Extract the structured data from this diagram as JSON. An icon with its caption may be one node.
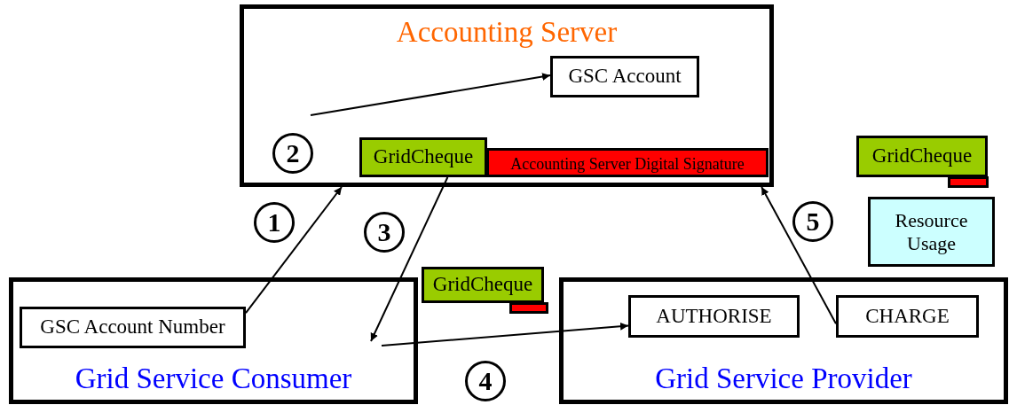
{
  "diagram": {
    "nodes": [
      {
        "text": [
          "Accounting Server"
        ]
      },
      {
        "text": [
          "GSC Account"
        ],
        "in": 0
      },
      {
        "text": [
          "GridCheque"
        ],
        "in": 0
      },
      {
        "text": [
          "Accounting Server Digital Signature"
        ],
        "in": 0
      },
      {
        "text": [
          "2"
        ],
        "in": 0
      },
      {
        "text": [
          "Grid Service Consumer"
        ]
      },
      {
        "text": [
          "GSC Account Number"
        ],
        "in": 5
      },
      {
        "text": [
          "Grid Service Provider"
        ]
      },
      {
        "text": [
          "AUTHORISE"
        ],
        "in": 7
      },
      {
        "text": [
          "CHARGE"
        ],
        "in": 7
      },
      {
        "text": [
          "GridCheque"
        ]
      },
      {
        "text": [],
        "shape": "bar"
      },
      {
        "text": [
          "GridCheque"
        ]
      },
      {
        "text": [],
        "shape": "bar"
      },
      {
        "text": [
          "Resource Usage"
        ]
      },
      {
        "text": [
          "1"
        ]
      },
      {
        "text": [
          "3"
        ]
      },
      {
        "text": [
          "4"
        ]
      },
      {
        "text": [
          "5"
        ]
      }
    ],
    "edges": [
      {
        "from": 6,
        "to": 0,
        "arrow": "to"
      },
      {
        "from": null,
        "to": 1,
        "arrow": "to"
      },
      {
        "from": 2,
        "to": null,
        "arrow": "to"
      },
      {
        "from": null,
        "to": 8,
        "arrow": "to"
      },
      {
        "from": 9,
        "to": 0,
        "arrow": "to"
      }
    ]
  }
}
